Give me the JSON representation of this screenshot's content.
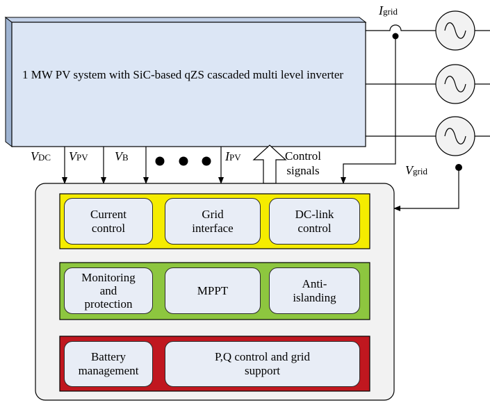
{
  "inverter": {
    "title": "1 MW PV system with SiC-based qZS cascaded multi level inverter"
  },
  "signals": {
    "vdc": {
      "symbol": "V",
      "sub": "DC"
    },
    "vpv": {
      "symbol": "V",
      "sub": "PV"
    },
    "vb": {
      "symbol": "V",
      "sub": "B"
    },
    "ipv": {
      "symbol": "I",
      "sub": "PV"
    },
    "igrid": {
      "symbol": "I",
      "sub": "grid"
    },
    "vgrid": {
      "symbol": "V",
      "sub": "grid"
    },
    "control": "Control\nsignals"
  },
  "layers": [
    {
      "color": "#f5ec00",
      "modules": [
        "Current\ncontrol",
        "Grid\ninterface",
        "DC-link\ncontrol"
      ]
    },
    {
      "color": "#8dc63f",
      "modules": [
        "Monitoring\nand\nprotection",
        "MPPT",
        "Anti-\nislanding"
      ]
    },
    {
      "color": "#c0171f",
      "modules": [
        "Battery\nmanagement",
        "P,Q control and grid\nsupport"
      ]
    }
  ],
  "colors": {
    "inverter_fill": "#dce6f5",
    "inverter_side": "#9fb4d2",
    "controller_fill": "#f2f2f2"
  }
}
